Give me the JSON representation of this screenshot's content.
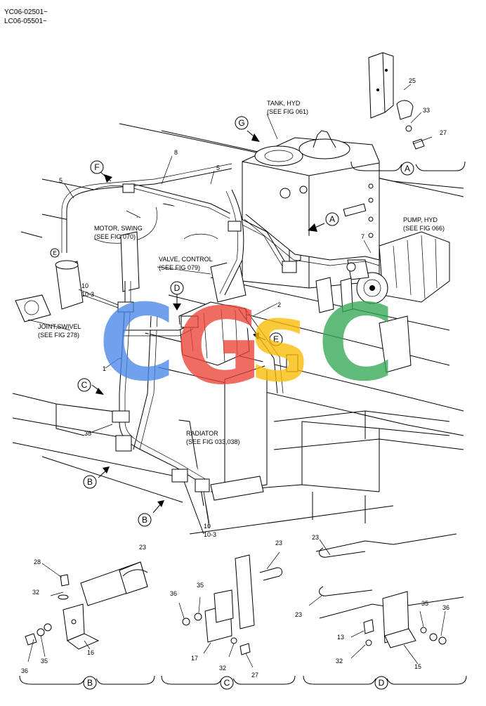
{
  "header": {
    "serial_1": "YC06-02501~",
    "serial_2": "LC06-05501~"
  },
  "callouts": {
    "tank": [
      "TANK, HYD",
      "(SEE FIG 061)"
    ],
    "motor": [
      "MOTOR, SWING",
      "(SEE FIG 070)"
    ],
    "valve": [
      "VALVE, CONTROL",
      "(SEE FIG 079)"
    ],
    "joint": [
      "JOINT,SWIVEL",
      "(SEE FIG 278)"
    ],
    "pump": [
      "PUMP, HYD",
      "(SEE FIG 066)"
    ],
    "radiator": [
      "RADIATOR",
      "(SEE FIG 033,038)"
    ]
  },
  "view_letters": {
    "a": "A",
    "b": "B",
    "c": "C",
    "d": "D",
    "e": "E",
    "f": "F",
    "g": "G"
  },
  "parts": {
    "p2": "2",
    "p5": "5",
    "p7": "7",
    "p8": "8",
    "p10": "10",
    "p10_3": "10-3",
    "p13": "13",
    "p15": "15",
    "p16": "16",
    "p17": "17",
    "p23": "23",
    "p25": "25",
    "p27": "27",
    "p28": "28",
    "p32": "32",
    "p33": "33",
    "p35": "35",
    "p36": "36",
    "p38": "38",
    "p1": "1"
  },
  "watermark": {
    "c1": "C",
    "g": "G",
    "s": "S",
    "c2": "C",
    "colors": {
      "blue": "#4a86e8",
      "red": "#ea4335",
      "yellow": "#fbbc04",
      "green": "#34a853"
    }
  }
}
